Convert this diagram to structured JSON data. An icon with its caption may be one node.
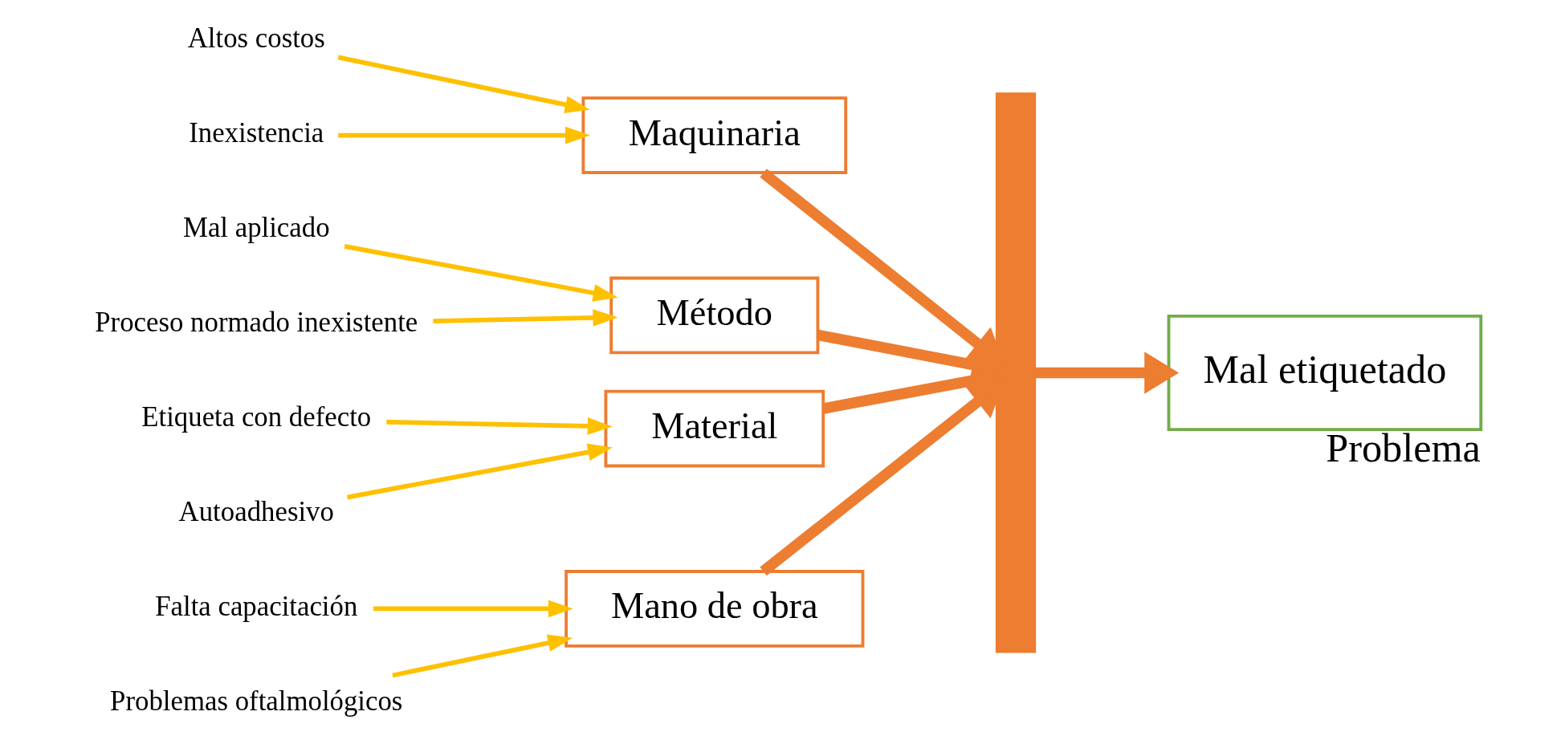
{
  "diagram": {
    "nodes": [
      {
        "text": [
          "Mano de obra"
        ]
      },
      {
        "text": [
          "Maquinaria"
        ]
      },
      {
        "text": [
          "Falta capacitación"
        ]
      },
      {
        "text": [
          "Altos costos"
        ]
      },
      {
        "text": [
          "Problemas oftalmológicos"
        ]
      },
      {
        "text": [
          "Inexistencia"
        ]
      },
      {
        "text": [
          "Mal etiquetado"
        ],
        "beside": [
          "Problema"
        ]
      },
      {
        "text": [],
        "shape": "bar"
      },
      {
        "text": [
          "Etiqueta con defecto"
        ]
      },
      {
        "text": [
          "Mal aplicado"
        ]
      },
      {
        "text": [
          "Proceso normado inexistente"
        ]
      },
      {
        "text": [
          "Autoadhesivo"
        ]
      },
      {
        "text": [
          "Método"
        ]
      },
      {
        "text": [
          "Material"
        ]
      }
    ],
    "edges": [
      {
        "from": 0,
        "to": 7,
        "arrow": "to",
        "style": "thick",
        "color": "#ed7d31"
      },
      {
        "from": 1,
        "to": 7,
        "arrow": "to",
        "style": "thick",
        "color": "#ed7d31"
      },
      {
        "from": 12,
        "to": 7,
        "arrow": "to",
        "style": "thick",
        "color": "#ed7d31"
      },
      {
        "from": 13,
        "to": 7,
        "arrow": "none",
        "style": "thick",
        "color": "#ed7d31"
      },
      {
        "from": 7,
        "to": 6,
        "arrow": "to",
        "style": "thick",
        "color": "#ed7d31"
      },
      {
        "from": 4,
        "to": 0,
        "arrow": "to"
      },
      {
        "from": 2,
        "to": 0,
        "arrow": "to"
      },
      {
        "from": 3,
        "to": 1,
        "arrow": "to"
      },
      {
        "from": 5,
        "to": 1,
        "arrow": "to"
      },
      {
        "from": 9,
        "to": 12,
        "arrow": "to"
      },
      {
        "from": 10,
        "to": 12,
        "arrow": "to"
      },
      {
        "from": 8,
        "to": 13,
        "arrow": "to"
      },
      {
        "from": 11,
        "to": 13,
        "arrow": "to"
      }
    ]
  }
}
